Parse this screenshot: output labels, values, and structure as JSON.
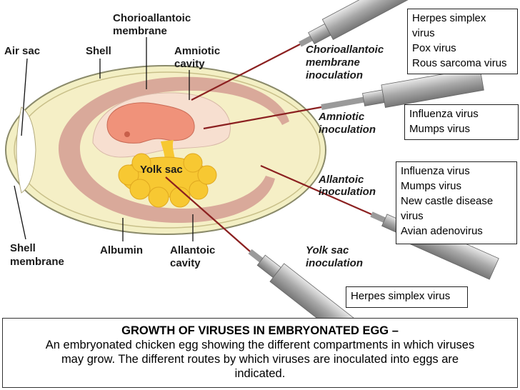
{
  "labels": {
    "chorioallantoic_membrane": [
      "Chorioallantoic",
      "membrane"
    ],
    "air_sac": "Air sac",
    "shell": "Shell",
    "amniotic_cavity": [
      "Amniotic",
      "cavity"
    ],
    "yolk_sac": "Yolk sac",
    "shell_membrane": [
      "Shell",
      "membrane"
    ],
    "albumin": "Albumin",
    "allantoic_cavity": [
      "Allantoic",
      "cavity"
    ]
  },
  "routes": {
    "cam": [
      "Chorioallantoic",
      "membrane",
      "inoculation"
    ],
    "amniotic": [
      "Amniotic",
      "inoculation"
    ],
    "allantoic": [
      "Allantoic",
      "inoculation"
    ],
    "yolk": [
      "Yolk sac",
      "inoculation"
    ]
  },
  "boxes": {
    "cam": [
      "Herpes simplex",
      "virus",
      "Pox virus",
      "Rous sarcoma virus"
    ],
    "amniotic": [
      "Influenza virus",
      "Mumps virus"
    ],
    "allantoic": [
      "Influenza virus",
      "Mumps virus",
      "New castle disease",
      "virus",
      "Avian adenovirus"
    ],
    "yolk": [
      "Herpes simplex virus"
    ]
  },
  "caption": {
    "title": "GROWTH OF VIRUSES IN EMBRYONATED EGG –",
    "line1": "An embryonated chicken egg showing  the different compartments in which viruses",
    "line2": "may grow. The different routes  by which viruses are  inoculated into  eggs are",
    "line3": "indicated."
  },
  "colors": {
    "shell": "#f3efc4",
    "albumin": "#f5efc6",
    "allantois": "#d9a99a",
    "amnion": "#f7dfd0",
    "embryo": "#f0927a",
    "yolk": "#f7c832",
    "needle": "#b8b8b8"
  }
}
